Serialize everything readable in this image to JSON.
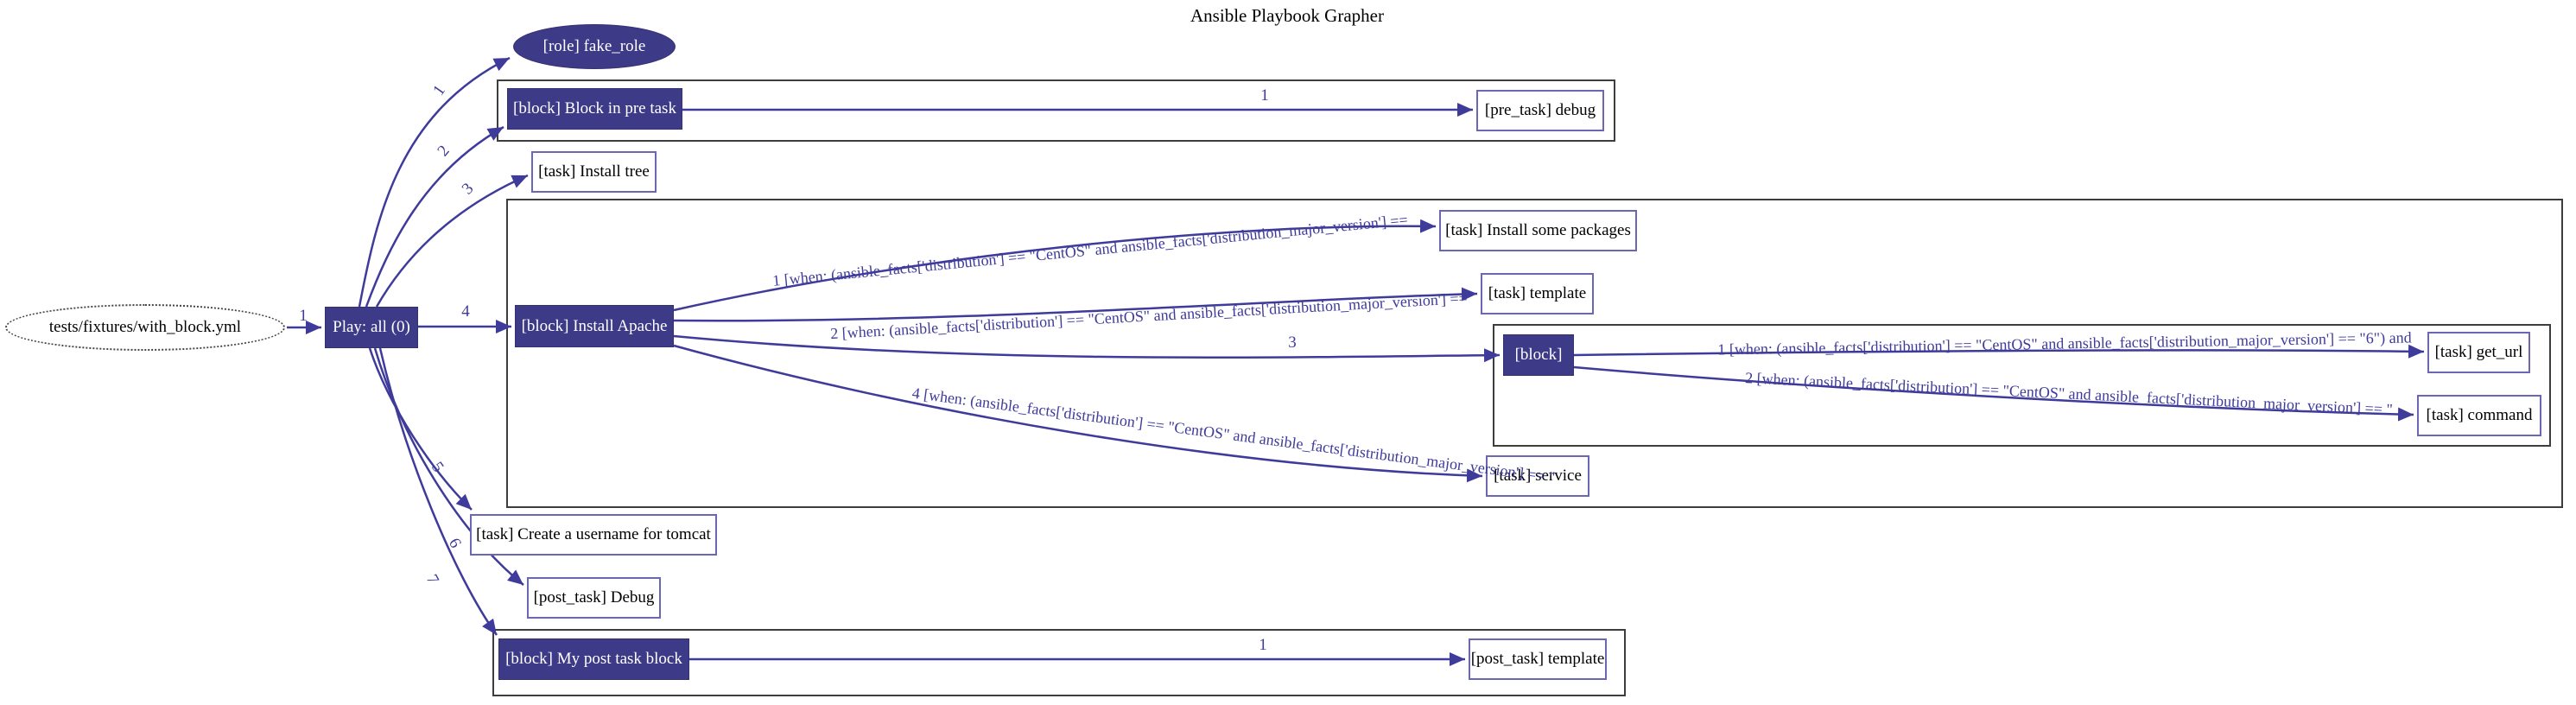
{
  "title": "Ansible Playbook Grapher",
  "colors": {
    "node_fill": "#3d3a87",
    "edge": "#3f3b9b",
    "task_border": "#6c67b4",
    "cluster_border": "#3d3d3d",
    "background": "#ffffff"
  },
  "nodes": {
    "root": {
      "label": "tests/fixtures/with_block.yml"
    },
    "play": {
      "label": "Play: all (0)"
    },
    "role_fake_role": {
      "label": "[role] fake_role"
    },
    "block_pre_task": {
      "label": "[block] Block in pre task"
    },
    "pre_task_debug": {
      "label": "[pre_task] debug"
    },
    "task_install_tree": {
      "label": "[task] Install tree"
    },
    "block_install_apache": {
      "label": "[block] Install Apache"
    },
    "task_install_some_packages": {
      "label": "[task] Install some packages"
    },
    "task_template": {
      "label": "[task] template"
    },
    "block_inner": {
      "label": "[block]"
    },
    "task_get_url": {
      "label": "[task] get_url"
    },
    "task_command": {
      "label": "[task] command"
    },
    "task_service": {
      "label": "[task] service"
    },
    "task_create_username": {
      "label": "[task] Create a username for tomcat"
    },
    "post_task_debug": {
      "label": "[post_task] Debug"
    },
    "block_post_task": {
      "label": "[block] My post task block"
    },
    "post_task_template": {
      "label": "[post_task] template"
    }
  },
  "edges": {
    "root_to_play": "1",
    "play_to_role": "1",
    "play_to_block_pre": "2",
    "play_to_install_tree": "3",
    "play_to_install_apache": "4",
    "play_to_create_username": "5",
    "play_to_post_debug": "6",
    "play_to_block_post": "7",
    "block_pre_to_debug": "1",
    "apache_to_packages": "1 [when: (ansible_facts['distribution'] == \"CentOS\" and ansible_facts['distribution_major_version'] ==",
    "apache_to_template": "2 [when: (ansible_facts['distribution'] == \"CentOS\" and ansible_facts['distribution_major_version'] ==",
    "apache_to_block": "3",
    "apache_to_service": "4 [when: (ansible_facts['distribution'] == \"CentOS\" and ansible_facts['distribution_major_version'] == \"",
    "block_to_get_url": "1 [when: (ansible_facts['distribution'] == \"CentOS\" and ansible_facts['distribution_major_version'] == \"6\") and",
    "block_to_command": "2 [when: (ansible_facts['distribution'] == \"CentOS\" and ansible_facts['distribution_major_version'] == \"",
    "block_post_to_template": "1"
  }
}
